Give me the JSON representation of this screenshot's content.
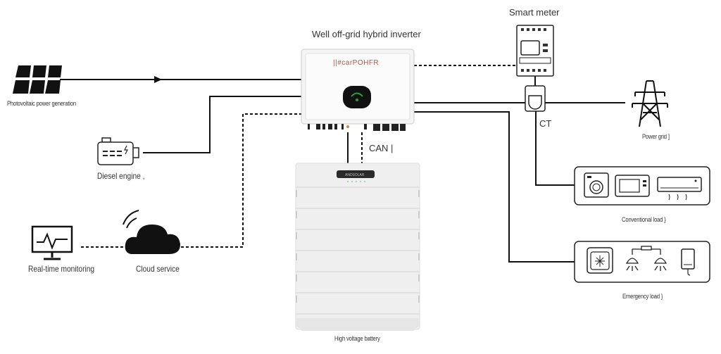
{
  "labels": {
    "inverter": "Well off-grid hybrid inverter",
    "inverter_brand": "||#carPOHFR",
    "smart_meter": "Smart meter",
    "pv": "Photovoltaic power generation",
    "diesel": "Diesel engine ,",
    "monitoring": "Real-time monitoring",
    "cloud": "Cloud service",
    "ct": "CT",
    "can": "CAN |",
    "power_grid": "Power grid ]",
    "conventional_load": "Conventional load }",
    "emergency_load": "Emergency load }",
    "battery": "High voltage battery"
  },
  "colors": {
    "line": "#111111",
    "box_stroke": "#222222",
    "inverter_body": "#f4f4f4",
    "battery_body": "#efefef",
    "accent_green": "#2e9a3e"
  },
  "icons": [
    "solar-panel-icon",
    "diesel-engine-icon",
    "monitor-icon",
    "cloud-icon",
    "smart-meter-icon",
    "ct-clamp-icon",
    "power-tower-icon",
    "washing-machine-icon",
    "microwave-icon",
    "air-conditioner-icon",
    "fridge-icon",
    "lamp-icon",
    "water-heater-icon",
    "battery-icon",
    "inverter-icon"
  ]
}
